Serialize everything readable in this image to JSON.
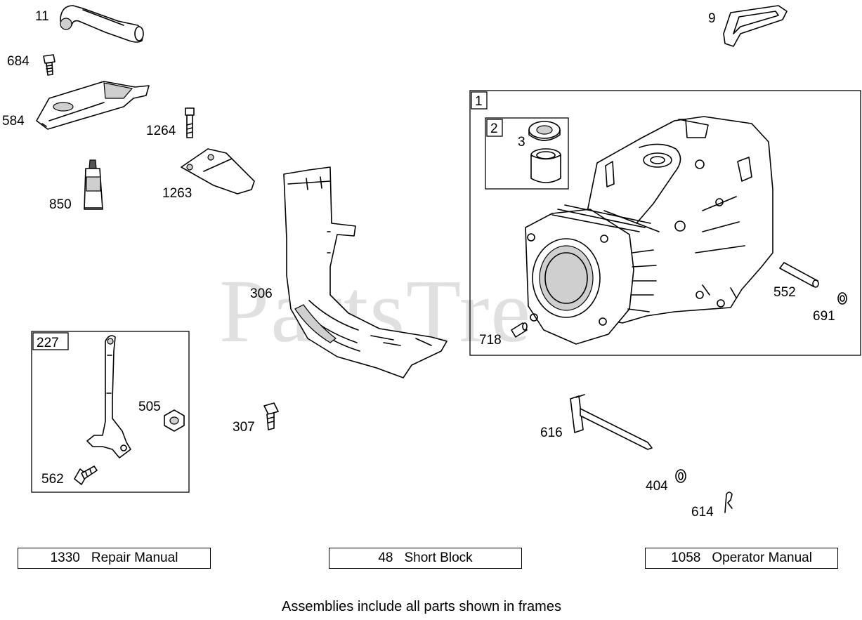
{
  "watermark": "PartsTre",
  "part_labels": {
    "p11": "11",
    "p684": "684",
    "p584": "584",
    "p1264": "1264",
    "p850": "850",
    "p1263": "1263",
    "p306": "306",
    "p307": "307",
    "p9": "9",
    "p1": "1",
    "p2": "2",
    "p3": "3",
    "p552": "552",
    "p691": "691",
    "p718": "718",
    "p227": "227",
    "p505": "505",
    "p562": "562",
    "p616": "616",
    "p404": "404",
    "p614": "614"
  },
  "references": [
    {
      "number": "1330",
      "label": "Repair Manual"
    },
    {
      "number": "48",
      "label": "Short Block"
    },
    {
      "number": "1058",
      "label": "Operator Manual"
    }
  ],
  "footer": "Assemblies include all parts shown in frames",
  "colors": {
    "line": "#000000",
    "shade": "#cfcfcf",
    "watermark": "#c8c8c8",
    "background": "#ffffff"
  }
}
